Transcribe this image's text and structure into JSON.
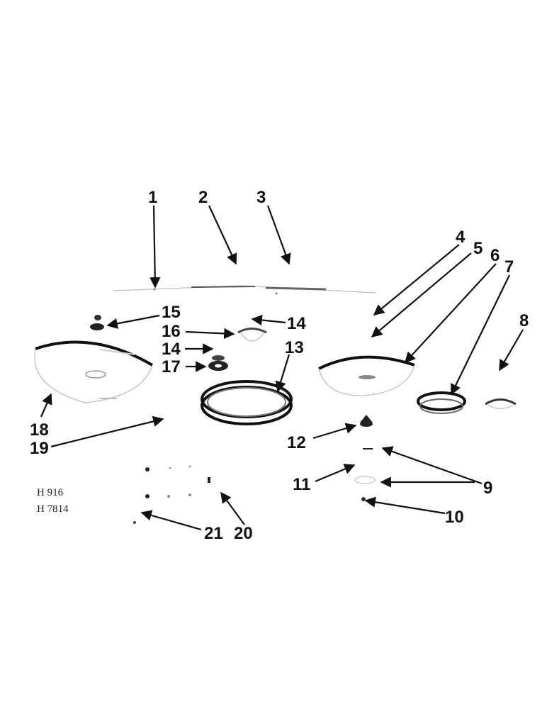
{
  "callouts": {
    "c1": "1",
    "c2": "2",
    "c3": "3",
    "c4": "4",
    "c5": "5",
    "c6": "6",
    "c7": "7",
    "c8": "8",
    "c9": "9",
    "c10": "10",
    "c11": "11",
    "c12": "12",
    "c13": "13",
    "c14a": "14",
    "c14b": "14",
    "c15": "15",
    "c16": "16",
    "c17": "17",
    "c18": "18",
    "c19": "19",
    "c20": "20",
    "c21": "21"
  },
  "references": {
    "line1": "H 916",
    "line2": "H 7814"
  },
  "colors": {
    "ink": "#111111",
    "paper": "#ffffff",
    "shade": "#bbbbbb"
  }
}
